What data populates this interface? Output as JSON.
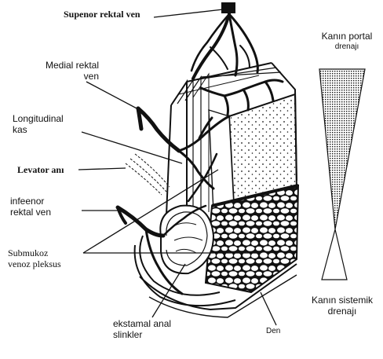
{
  "labels": {
    "superior_rectal_vein": "Supenor rektal ven",
    "medial_rectal_vein_line1": "Medial rektal",
    "medial_rectal_vein_line2": "ven",
    "longitudinal_muscle_line1": "Longitudinal",
    "longitudinal_muscle_line2": "kas",
    "levator_ani": "Levator anı",
    "inferior_rectal_vein_line1": "infeenor",
    "inferior_rectal_vein_line2": "rektal ven",
    "submucosal_plexus_line1": "Submukoz",
    "submucosal_plexus_line2": "venoz pleksus",
    "external_anal_sphincters_line1": "ekstamal anal",
    "external_anal_sphincters_line2": "slinkler",
    "skin": "Den",
    "portal_drainage_line1": "Kanın portal",
    "portal_drainage_line2": "drenajı",
    "systemic_drainage_line1": "Kanın sistemik",
    "systemic_drainage_line2": "drenajı"
  },
  "colors": {
    "ink": "#111111",
    "paper": "#ffffff"
  }
}
